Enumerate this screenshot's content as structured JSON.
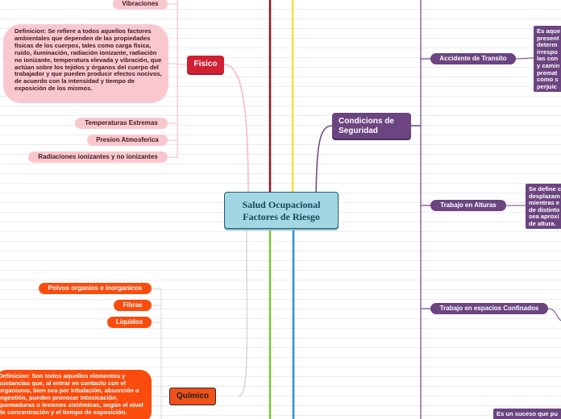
{
  "central": {
    "line1": "Salud Ocupacional",
    "line2": "Factores de Riesgo"
  },
  "fisico": {
    "title": "Fisico",
    "items": [
      "Vibraciones",
      "Temperaturas Extremas",
      "Presion Atmosferica",
      "Radiaciones ionizantes y no ionizantes"
    ],
    "definition": "Definicion: Se refiere a todos aquellos factores ambientales que dependen de las propiedades físicas de los cuerpos, tales como carga física, ruido, iluminación, radiación ionizante, radiación no ionizante, temperatura elevada y vibración, que actúan sobre los tejidos y órganos del cuerpo del trabajador y que pueden producir efectos nocivos, de acuerdo con la intensidad y tiempo de exposición de los mismos."
  },
  "quimico": {
    "title": "Químico",
    "items": [
      "Polvos organios e inorganicos",
      "Fibras",
      "Liquidos"
    ],
    "definition": "Definicion: Son todos aquellos elementos y sustancias que, al entrar en contacto con el organismo, bien sea por inhalación, absorción o ingestión, pueden provocar intoxicación, quemaduras o lesiones sistémicas, según el nivel de concentración y el tiempo de exposición."
  },
  "seguridad": {
    "title_line1": "Condicions de",
    "title_line2": "Seguridad",
    "items": [
      "Accidente de Transito",
      "Trabajo en Alturas",
      "Trabajo en espacios Confinados"
    ],
    "desc_transito": [
      "Es aque",
      "present",
      "determ",
      "irrespo",
      "las con",
      "y camin",
      "premat",
      "como s",
      "perjuic"
    ],
    "desc_alturas": [
      "Se define c",
      "desplazam",
      "mientras e",
      "de distinto",
      "sea aproxi",
      "de altura."
    ],
    "desc_suceso": "Es un suceso que pu"
  },
  "colors": {
    "fisico": "#d11f33",
    "quimico": "#f0511a",
    "seguridad": "#6b4480",
    "central": "#a3d6e3",
    "pink": "#f9c8cf"
  }
}
